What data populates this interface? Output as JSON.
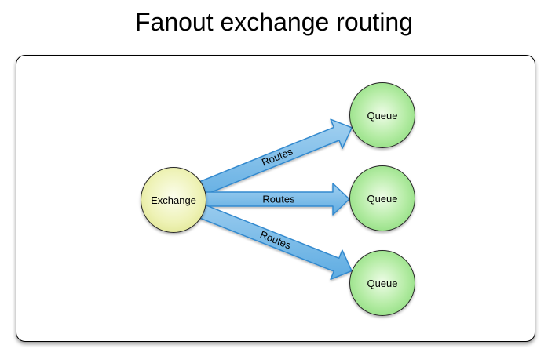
{
  "title": "Fanout exchange routing",
  "diagram": {
    "type": "fanout-exchange-routing",
    "nodes": [
      {
        "id": "exchange",
        "label": "Exchange",
        "shape": "circle",
        "fill": "yellow-green"
      },
      {
        "id": "queue-1",
        "label": "Queue",
        "shape": "circle",
        "fill": "green"
      },
      {
        "id": "queue-2",
        "label": "Queue",
        "shape": "circle",
        "fill": "green"
      },
      {
        "id": "queue-3",
        "label": "Queue",
        "shape": "circle",
        "fill": "green"
      }
    ],
    "edges": [
      {
        "from": "exchange",
        "to": "queue-1",
        "label": "Routes"
      },
      {
        "from": "exchange",
        "to": "queue-2",
        "label": "Routes"
      },
      {
        "from": "exchange",
        "to": "queue-3",
        "label": "Routes"
      }
    ],
    "colors": {
      "exchange_fill_center": "#fbfdec",
      "exchange_fill_edge": "#d9df7f",
      "queue_fill_center": "#edfce6",
      "queue_fill_edge": "#7cd66c",
      "arrow_fill_light": "#a2d0f0",
      "arrow_fill_dark": "#5eace2",
      "arrow_border": "#3389ce",
      "node_border": "#262626",
      "panel_border": "#000000",
      "background": "#ffffff",
      "text": "#000000"
    }
  }
}
